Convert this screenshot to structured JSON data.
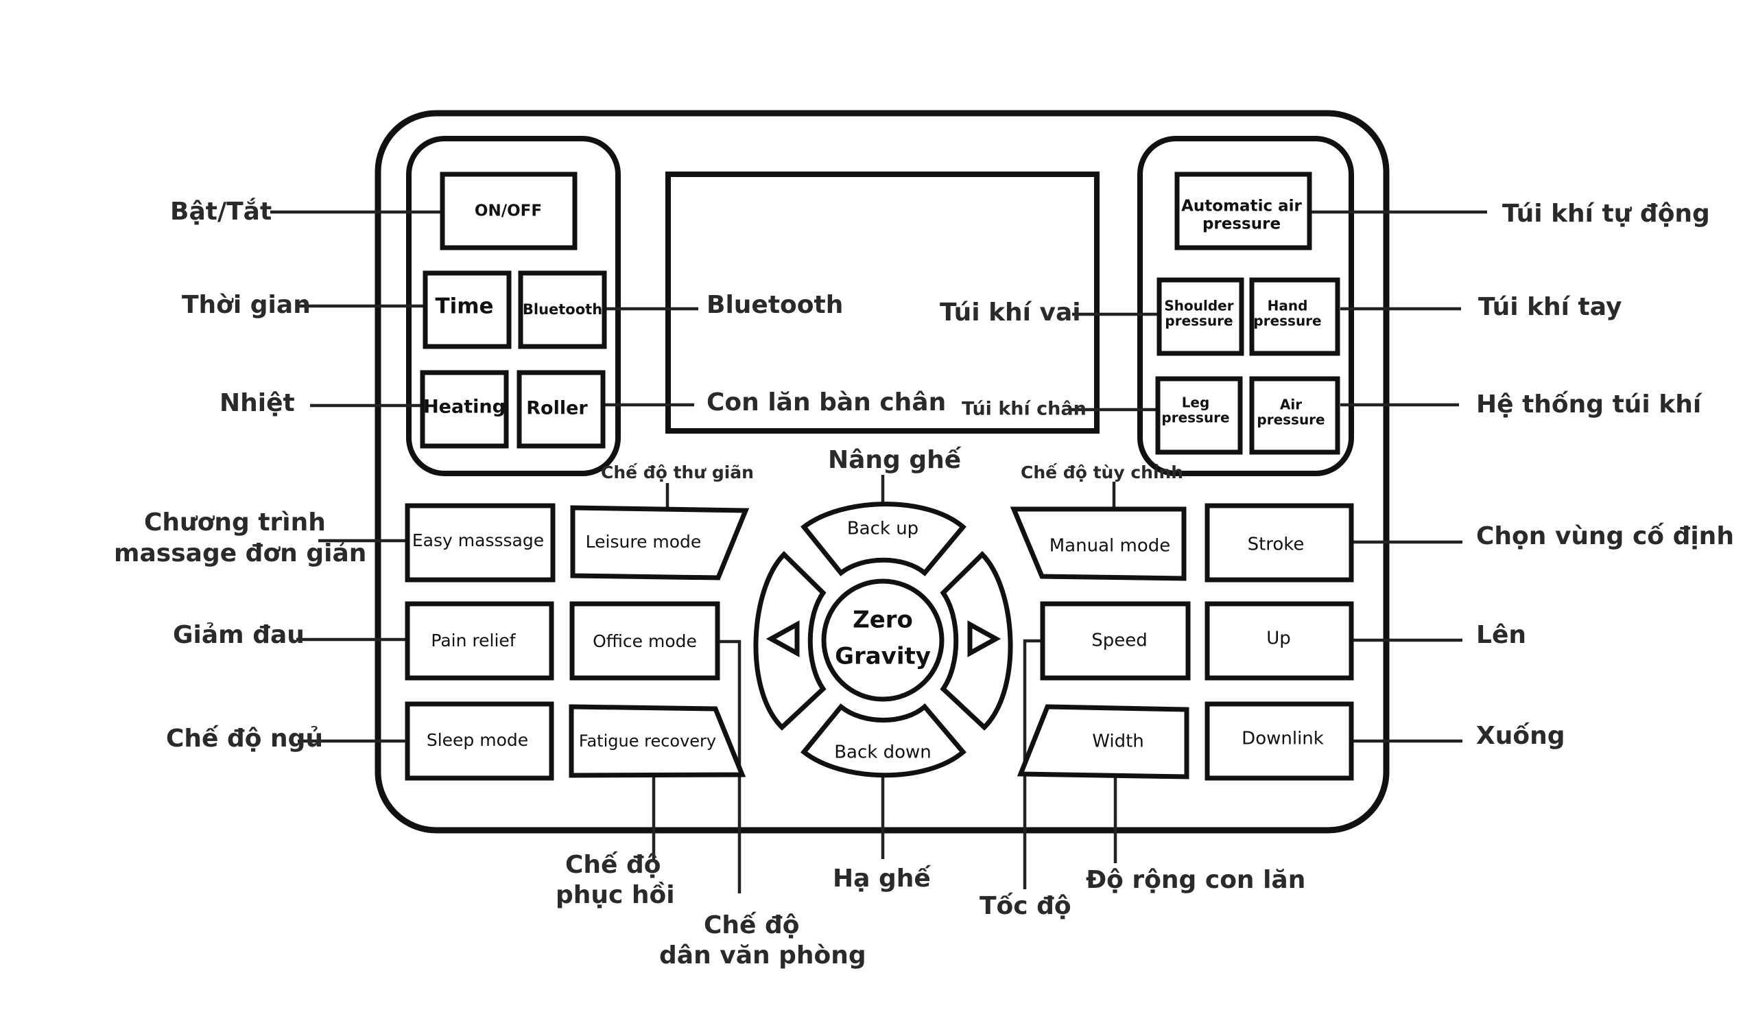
{
  "buttons": {
    "on_off": "ON/OFF",
    "time": "Time",
    "bluetooth": "Bluetooth",
    "heating": "Heating",
    "roller": "Roller",
    "auto_air_1": "Automatic air",
    "auto_air_2": "pressure",
    "shoulder_1": "Shoulder",
    "shoulder_2": "pressure",
    "hand_1": "Hand",
    "hand_2": "pressure",
    "leg_1": "Leg",
    "leg_2": "pressure",
    "air_1": "Air",
    "air_2": "pressure",
    "easy_massage": "Easy masssage",
    "leisure_mode": "Leisure mode",
    "pain_relief": "Pain relief",
    "office_mode": "Office mode",
    "sleep_mode": "Sleep mode",
    "fatigue_recovery": "Fatigue recovery",
    "back_up": "Back up",
    "back_down": "Back down",
    "zero_1": "Zero",
    "zero_2": "Gravity",
    "manual_mode": "Manual mode",
    "stroke": "Stroke",
    "speed": "Speed",
    "up": "Up",
    "width": "Width",
    "downlink": "Downlink"
  },
  "labels": {
    "bat_tat": "Bật/Tắt",
    "thoi_gian": "Thời gian",
    "nhiet": "Nhiệt",
    "chuong_trinh_1": "Chương trình",
    "chuong_trinh_2": "massage đơn giản",
    "giam_dau": "Giảm đau",
    "che_do_ngu": "Chế độ ngủ",
    "bluetooth": "Bluetooth",
    "con_lan": "Con lăn bàn chân",
    "tui_khi_vai": "Túi khí vai",
    "tui_khi_chan": "Túi khí chân",
    "tui_khi_tu_dong": "Túi khí tự động",
    "tui_khi_tay": "Túi khí tay",
    "he_thong": "Hệ thống túi khí",
    "chon_vung": "Chọn vùng cố định",
    "len": "Lên",
    "xuong": "Xuống",
    "che_do_thu_gian": "Chế độ thư giãn",
    "nang_ghe": "Nâng ghế",
    "che_do_tuy_chinh": "Chế độ tùy chỉnh",
    "phuc_hoi_1": "Chế độ",
    "phuc_hoi_2": "phục hồi",
    "van_phong_1": "Chế độ",
    "van_phong_2": "dân văn phòng",
    "ha_ghe": "Hạ ghế",
    "toc_do": "Tốc độ",
    "do_rong": "Độ rộng con lăn"
  }
}
